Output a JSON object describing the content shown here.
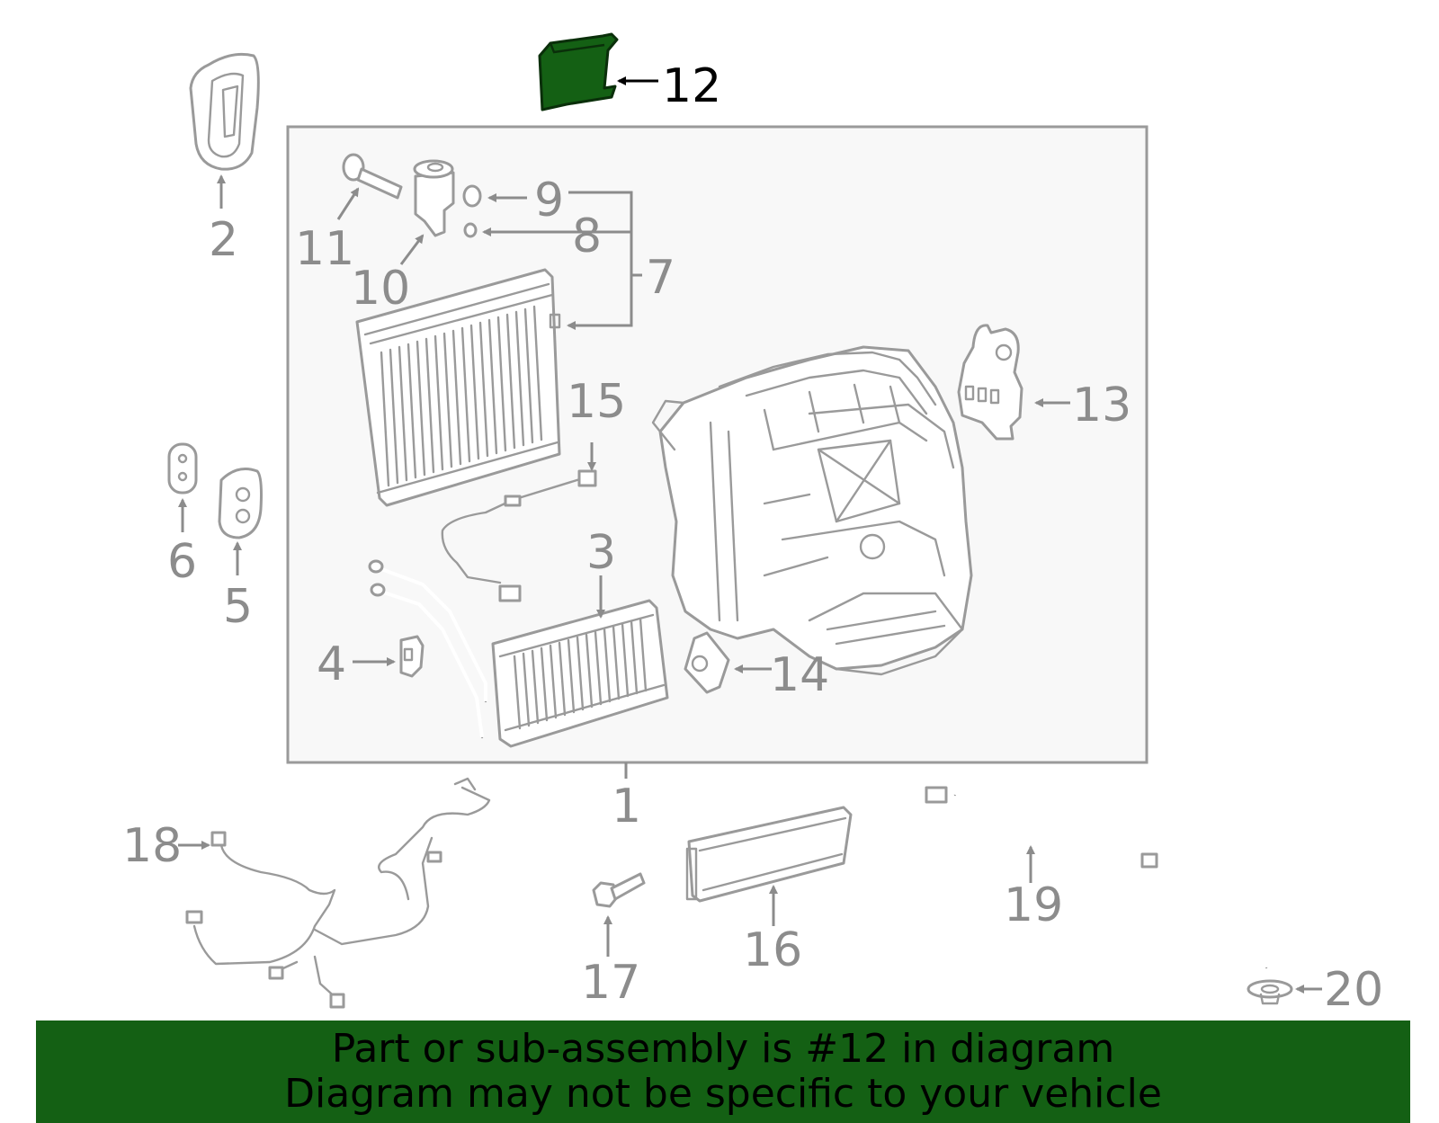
{
  "highlight_color": "#146014",
  "callouts": {
    "c1": "1",
    "c2": "2",
    "c3": "3",
    "c4": "4",
    "c5": "5",
    "c6": "6",
    "c7": "7",
    "c8": "8",
    "c9": "9",
    "c10": "10",
    "c11": "11",
    "c12": "12",
    "c13": "13",
    "c14": "14",
    "c15": "15",
    "c16": "16",
    "c17": "17",
    "c18": "18",
    "c19": "19",
    "c20": "20"
  },
  "highlighted_part": "12",
  "banner": {
    "line1": "Part or sub-assembly is #12 in diagram",
    "line2": "Diagram may not be specific to your vehicle"
  }
}
